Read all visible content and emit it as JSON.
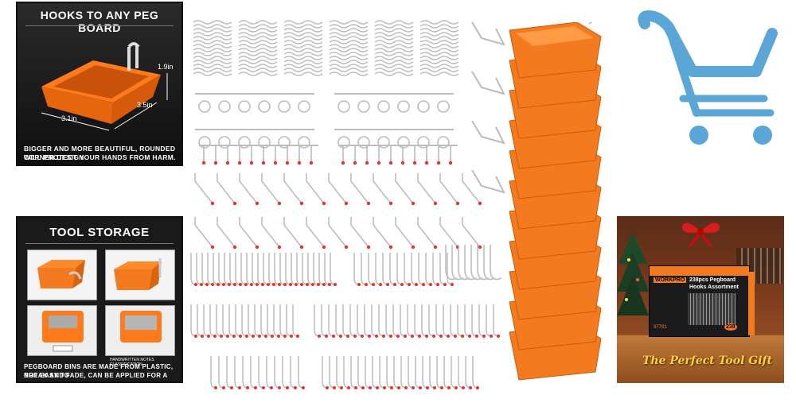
{
  "panel_top": {
    "title": "HOOKS TO ANY PEG BOARD",
    "dim_height": "1.9in",
    "dim_length": "3.5in",
    "dim_width": "3.1in",
    "caption_line1": "BIGGER AND MORE BEAUTIFUL, ROUNDED CORNER DESIGN",
    "caption_line2": "WILL PROTECT YOUR HANDS FROM HARM."
  },
  "panel_bottom": {
    "title": "TOOL STORAGE",
    "cell_note": "HANDWRITTEN NOTES CLASSIFICATION",
    "caption_line1": "PEGBOARD BINS ARE MADE FROM PLASTIC, NOT EASY TO",
    "caption_line2": "BREAK AND FADE, CAN BE APPLIED FOR A LONG TIME"
  },
  "gift_panel": {
    "tagline": "The Perfect Tool Gift",
    "box_brand": "WORKPRO",
    "box_title_line1": "238pcs Pegboard",
    "box_title_line2": "Hooks Assortment",
    "box_count": "238",
    "box_model": "97791"
  },
  "logo": {
    "icon": "shopping-cart-icon",
    "color": "#5aa6d6"
  },
  "colors": {
    "bin_orange": "#f47a1f",
    "hook_tip_red": "#e3342f",
    "steel": "#b9bcc0"
  }
}
